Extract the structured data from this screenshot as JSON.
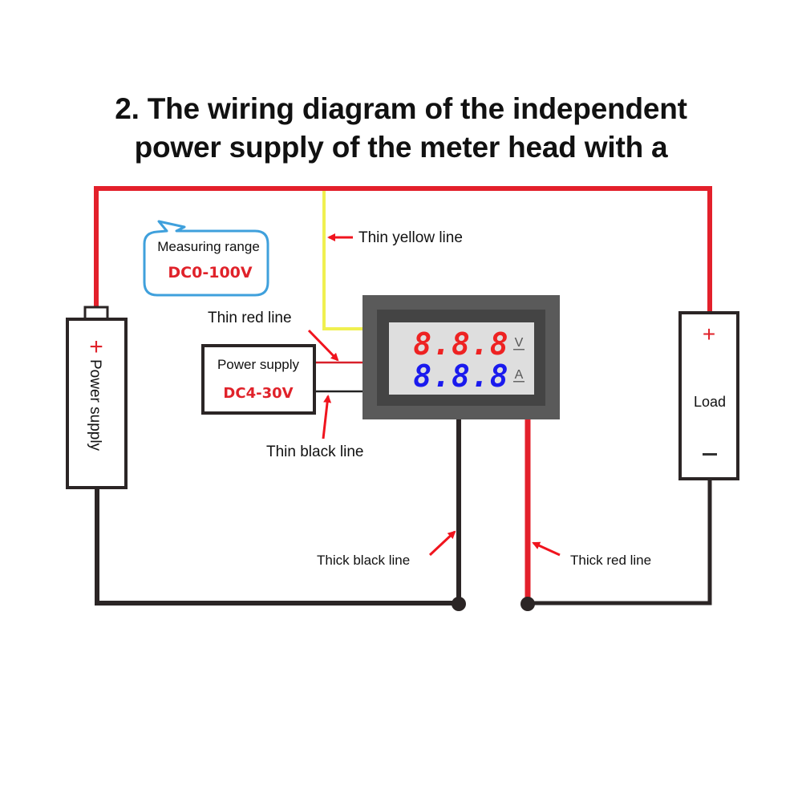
{
  "title": {
    "line1": "2. The wiring diagram of the independent",
    "line2": "power supply of the meter head with a"
  },
  "colors": {
    "wire_red": "#e3202b",
    "wire_black": "#2b2525",
    "wire_yellow": "#f0f050",
    "arrow_red": "#f0141e",
    "bubble_blue": "#3fa0dc",
    "voltage_digits": "#ee2222",
    "current_digits": "#1a1aee",
    "meter_bezel": "#5a5a5a",
    "meter_frame": "#444444",
    "lcd_bg": "#dedede"
  },
  "bubble": {
    "label": "Measuring range",
    "value": "DC0-100V"
  },
  "battery": {
    "polarity": "+",
    "label": "Power supply"
  },
  "load": {
    "label": "Load",
    "plus": "+",
    "minus": "—"
  },
  "aux_supply": {
    "label": "Power supply",
    "value": "DC4-30V"
  },
  "meter": {
    "voltage_reading": "8.8.8",
    "voltage_unit": "V",
    "current_reading": "8.8.8",
    "current_unit": "A"
  },
  "annotations": {
    "thin_yellow": "Thin yellow line",
    "thin_red": "Thin red line",
    "thin_black": "Thin black line",
    "thick_black": "Thick black line",
    "thick_red": "Thick red line"
  }
}
